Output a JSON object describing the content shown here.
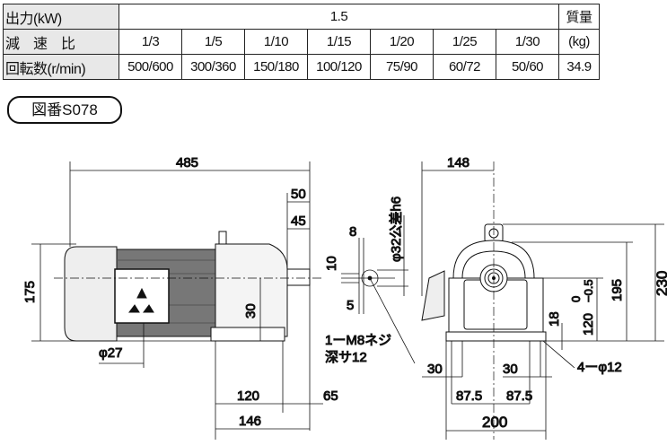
{
  "table": {
    "output_label": "出力(kW)",
    "output_value": "1.5",
    "weight_label": "質量",
    "weight_unit": "(kg)",
    "ratio_label": "減　速　比",
    "ratios": [
      "1/3",
      "1/5",
      "1/10",
      "1/15",
      "1/20",
      "1/25",
      "1/30"
    ],
    "speed_label": "回転数(r/min)",
    "speeds": [
      "500/600",
      "300/360",
      "150/180",
      "100/120",
      "75/90",
      "60/72",
      "50/60"
    ],
    "weight_value": "34.9"
  },
  "drawing_number": "図番S078",
  "dims": {
    "overall_length": "485",
    "shaft_length": "50",
    "shaft_key": "45",
    "height_motor": "175",
    "phi27": "φ27",
    "d30": "30",
    "d120": "120",
    "d65": "65",
    "d146": "146",
    "key8": "8",
    "key10": "10",
    "key5": "5",
    "shaft_dia": "φ32公差h6",
    "tap_line1": "1ーM8ネジ",
    "tap_line2": "深サ12",
    "d148": "148",
    "d230": "230",
    "d195": "195",
    "d120_tol": "120",
    "tol_upper": "0",
    "tol_lower": "−0.5",
    "d18": "18",
    "d30a": "30",
    "d30b": "30",
    "d87a": "87.5",
    "d87b": "87.5",
    "d200": "200",
    "holes": "4ーφ12"
  }
}
